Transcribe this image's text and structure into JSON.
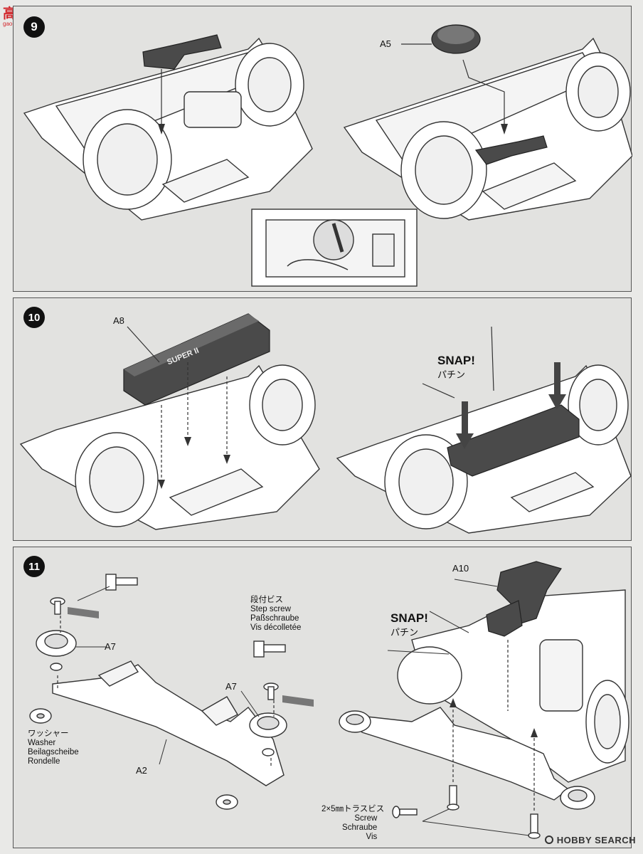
{
  "watermark": {
    "site_name": "高手网",
    "site_url": "gao-shou.com",
    "brand": "HOBBY SEARCH"
  },
  "step9": {
    "part_a5": "A5"
  },
  "step10": {
    "number": "10",
    "part_a8": "A8",
    "snap_en": "SNAP!",
    "snap_jp": "パチン",
    "cover_text": "SUPER II"
  },
  "step11": {
    "number": "11",
    "part_a7": "A7",
    "part_a7b": "A7",
    "part_a2": "A2",
    "part_a10": "A10",
    "step_screw": [
      "段付ビス",
      "Step screw",
      "Paßschraube",
      "Vis décolletée"
    ],
    "washer": [
      "ワッシャー",
      "Washer",
      "Beilagscheibe",
      "Rondelle"
    ],
    "screw": [
      "2×5㎜トラスビス",
      "Screw",
      "Schraube",
      "Vis"
    ],
    "snap_en": "SNAP!",
    "snap_jp": "パチン"
  },
  "colors": {
    "panel_bg": "#e2e2e0",
    "part_dark": "#4a4a4a",
    "line": "#333333"
  }
}
